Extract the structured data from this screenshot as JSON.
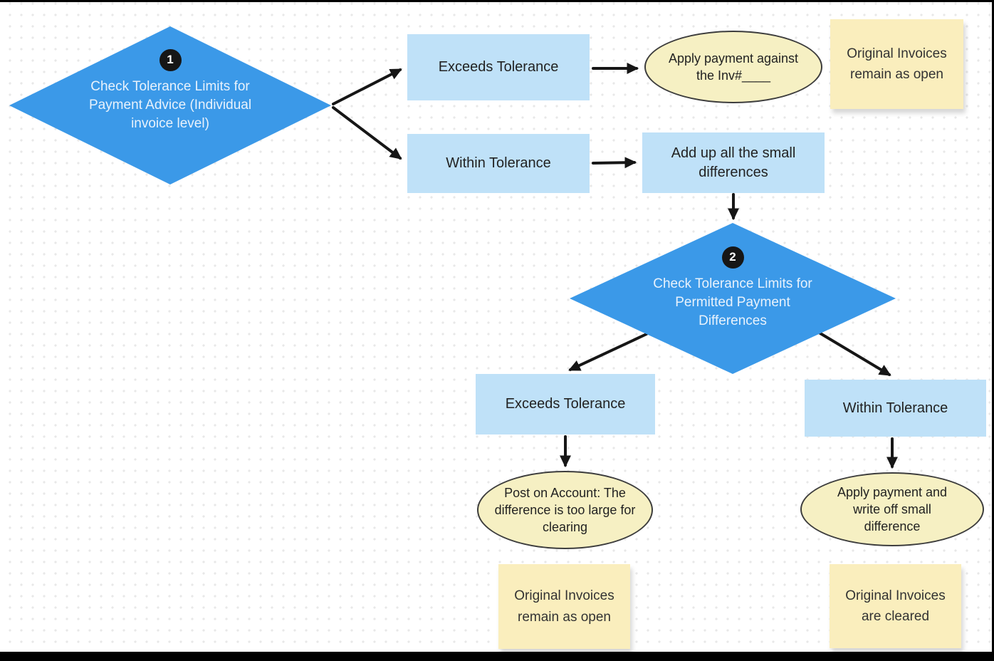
{
  "meta": {
    "type": "flowchart",
    "subject": "Payment tolerance check process"
  },
  "colors": {
    "diamond-fill": "#3b99e8",
    "diamond-text": "#e8f2fc",
    "rect-fill": "#bfe1f8",
    "ellipse-fill": "#f6f0c3",
    "ellipse-border": "#3d3d3d",
    "sticky-fill": "#faeebd",
    "arrow": "#161616",
    "badge-fill": "#161616",
    "badge-text": "#ffffff",
    "text-dark": "#222222",
    "dot": "#e8e8e8",
    "frame": "#000000"
  },
  "nodes": {
    "decision1": {
      "badge": "1",
      "label": "Check Tolerance Limits for Payment Advice (Individual invoice level)"
    },
    "exceeds1": {
      "label": "Exceeds Tolerance"
    },
    "within1": {
      "label": "Within Tolerance"
    },
    "apply_payment": {
      "label": "Apply payment against the Inv#____"
    },
    "note_top_right": {
      "label": "Original Invoices remain as open"
    },
    "add_up": {
      "label": "Add up all the small differences"
    },
    "decision2": {
      "badge": "2",
      "label": "Check Tolerance Limits for Permitted Payment Differences"
    },
    "exceeds2": {
      "label": "Exceeds Tolerance"
    },
    "within2": {
      "label": "Within Tolerance"
    },
    "post_on_account": {
      "label": "Post on Account: The difference is too large for clearing"
    },
    "apply_write_off": {
      "label": "Apply payment and write off small difference"
    },
    "note_bottom_left": {
      "label": "Original Invoices remain as open"
    },
    "note_bottom_right": {
      "label": "Original Invoices are cleared"
    }
  }
}
